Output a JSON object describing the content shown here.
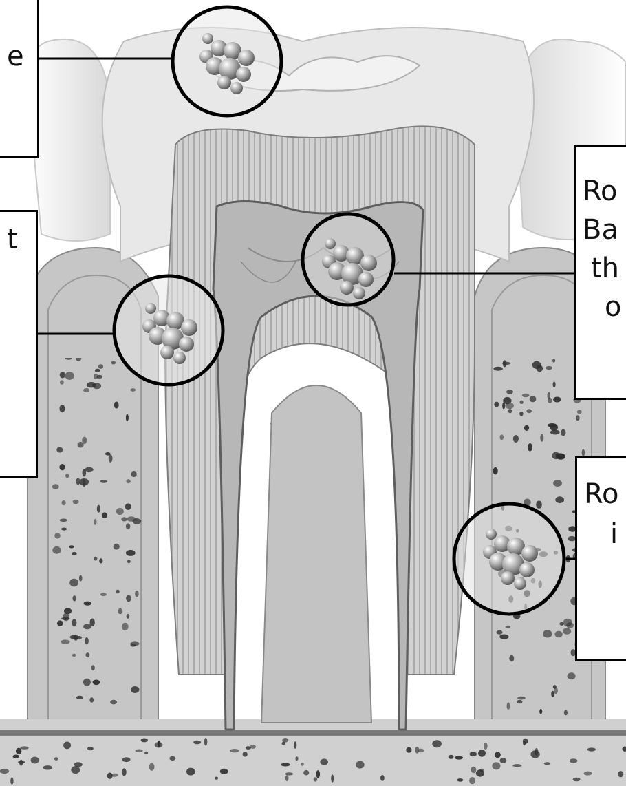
{
  "colors": {
    "background": "#ffffff",
    "tooth_enamel": "#e6e6e6",
    "dentin": "#cfcfcf",
    "pulp": "#b3b3b3",
    "gum": "#c4c4c4",
    "bone": "#bdbdbd",
    "bone_pores": "#2e2e2e",
    "callout_border": "#000000",
    "bacteria": "#9a9a9a"
  },
  "icons": {
    "bacteria_cluster": "bacteria-cluster-icon",
    "magnifier_circle": "magnifier-circle-icon"
  },
  "callouts": {
    "top_left": {
      "text": "e"
    },
    "mid_left": {
      "text": "t"
    },
    "upper_right": {
      "line1": "Ro",
      "line2": "Ba",
      "line3": "th",
      "line4": "o"
    },
    "lower_right": {
      "line1": "Ro",
      "line2": "i"
    }
  }
}
